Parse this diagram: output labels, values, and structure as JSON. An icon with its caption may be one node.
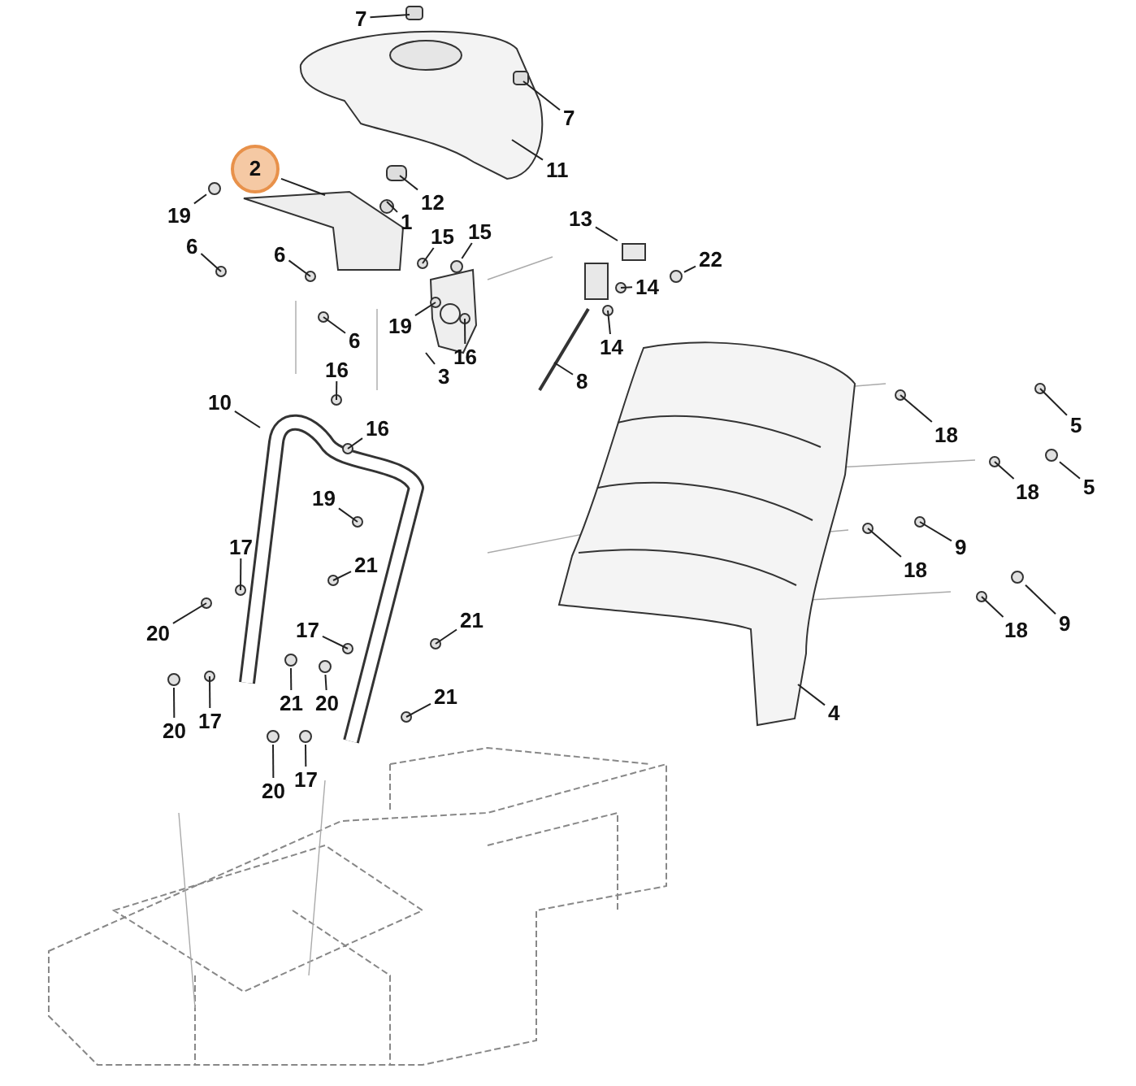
{
  "diagram": {
    "nodes": [
      {
        "text": [
          "7"
        ]
      },
      {
        "text": [
          "7"
        ]
      },
      {
        "text": [
          "11"
        ]
      },
      {
        "text": [
          "2"
        ]
      },
      {
        "text": [
          "19"
        ]
      },
      {
        "text": [
          "12"
        ]
      },
      {
        "text": [
          "1"
        ]
      },
      {
        "text": [
          "15"
        ]
      },
      {
        "text": [
          "15"
        ]
      },
      {
        "text": [
          "13"
        ]
      },
      {
        "text": [
          "6"
        ]
      },
      {
        "text": [
          "22"
        ]
      },
      {
        "text": [
          "6"
        ]
      },
      {
        "text": [
          "14"
        ]
      },
      {
        "text": [
          "19"
        ]
      },
      {
        "text": [
          "14"
        ]
      },
      {
        "text": [
          "16"
        ]
      },
      {
        "text": [
          "6"
        ]
      },
      {
        "text": [
          "3"
        ]
      },
      {
        "text": [
          "8"
        ]
      },
      {
        "text": [
          "18"
        ]
      },
      {
        "text": [
          "5"
        ]
      },
      {
        "text": [
          "18"
        ]
      },
      {
        "text": [
          "5"
        ]
      },
      {
        "text": [
          "18"
        ]
      },
      {
        "text": [
          "9"
        ]
      },
      {
        "text": [
          "18"
        ]
      },
      {
        "text": [
          "9"
        ]
      },
      {
        "text": [
          "4"
        ]
      },
      {
        "text": [
          "10"
        ]
      },
      {
        "text": [
          "16"
        ]
      },
      {
        "text": [
          "16"
        ]
      },
      {
        "text": [
          "19"
        ]
      },
      {
        "text": [
          "17"
        ]
      },
      {
        "text": [
          "21"
        ]
      },
      {
        "text": [
          "20"
        ]
      },
      {
        "text": [
          "17"
        ]
      },
      {
        "text": [
          "21"
        ]
      },
      {
        "text": [
          "20"
        ]
      },
      {
        "text": [
          "17"
        ]
      },
      {
        "text": [
          "21"
        ]
      },
      {
        "text": [
          "20"
        ]
      },
      {
        "text": [
          "21"
        ]
      },
      {
        "text": [
          "20"
        ]
      },
      {
        "text": [
          "17"
        ]
      },
      {
        "text": [],
        "shape": "circle"
      },
      {
        "text": [],
        "shape": "circle"
      },
      {
        "text": [],
        "shape": "circle"
      },
      {
        "text": [],
        "shape": "circle"
      },
      {
        "text": [],
        "shape": "circle"
      },
      {
        "text": [],
        "shape": "circle"
      },
      {
        "text": [],
        "shape": "circle"
      },
      {
        "text": [],
        "shape": "circle"
      },
      {
        "text": [],
        "shape": "circle"
      },
      {
        "text": [],
        "shape": "circle"
      }
    ],
    "edges": [
      {
        "from": 0,
        "to": null,
        "arrow": "none"
      },
      {
        "from": 1,
        "to": null,
        "arrow": "none"
      },
      {
        "from": 2,
        "to": null,
        "arrow": "none"
      },
      {
        "from": 3,
        "to": null,
        "arrow": "none"
      },
      {
        "from": 4,
        "to": 45,
        "arrow": "none"
      },
      {
        "from": 5,
        "to": null,
        "arrow": "none"
      },
      {
        "from": 6,
        "to": null,
        "arrow": "none"
      },
      {
        "from": 7,
        "to": null,
        "arrow": "none"
      },
      {
        "from": 8,
        "to": 46,
        "arrow": "none"
      },
      {
        "from": 9,
        "to": null,
        "arrow": "none"
      },
      {
        "from": 10,
        "to": null,
        "arrow": "none"
      },
      {
        "from": 11,
        "to": 47,
        "arrow": "none"
      },
      {
        "from": 12,
        "to": null,
        "arrow": "none"
      },
      {
        "from": 13,
        "to": null,
        "arrow": "none"
      },
      {
        "from": 14,
        "to": null,
        "arrow": "none"
      },
      {
        "from": 15,
        "to": null,
        "arrow": "none"
      },
      {
        "from": 16,
        "to": null,
        "arrow": "none"
      },
      {
        "from": 17,
        "to": null,
        "arrow": "none"
      },
      {
        "from": 18,
        "to": null,
        "arrow": "none"
      },
      {
        "from": 19,
        "to": null,
        "arrow": "none"
      },
      {
        "from": 20,
        "to": null,
        "arrow": "none"
      },
      {
        "from": 21,
        "to": null,
        "arrow": "none"
      },
      {
        "from": 22,
        "to": null,
        "arrow": "none"
      },
      {
        "from": 23,
        "to": 48,
        "arrow": "none"
      },
      {
        "from": 24,
        "to": null,
        "arrow": "none"
      },
      {
        "from": 25,
        "to": null,
        "arrow": "none"
      },
      {
        "from": 26,
        "to": null,
        "arrow": "none"
      },
      {
        "from": 27,
        "to": 49,
        "arrow": "none"
      },
      {
        "from": 28,
        "to": null,
        "arrow": "none"
      },
      {
        "from": 29,
        "to": null,
        "arrow": "none"
      },
      {
        "from": 30,
        "to": null,
        "arrow": "none"
      },
      {
        "from": 31,
        "to": null,
        "arrow": "none"
      },
      {
        "from": 32,
        "to": null,
        "arrow": "none"
      },
      {
        "from": 33,
        "to": null,
        "arrow": "none"
      },
      {
        "from": 34,
        "to": null,
        "arrow": "none"
      },
      {
        "from": 35,
        "to": null,
        "arrow": "none"
      },
      {
        "from": 36,
        "to": null,
        "arrow": "none"
      },
      {
        "from": 37,
        "to": null,
        "arrow": "none"
      },
      {
        "from": 38,
        "to": 52,
        "arrow": "none"
      },
      {
        "from": 39,
        "to": null,
        "arrow": "none"
      },
      {
        "from": 40,
        "to": 50,
        "arrow": "none"
      },
      {
        "from": 41,
        "to": 51,
        "arrow": "none"
      },
      {
        "from": 42,
        "to": null,
        "arrow": "none"
      },
      {
        "from": 43,
        "to": 53,
        "arrow": "none"
      },
      {
        "from": 44,
        "to": 54,
        "arrow": "none"
      }
    ]
  }
}
